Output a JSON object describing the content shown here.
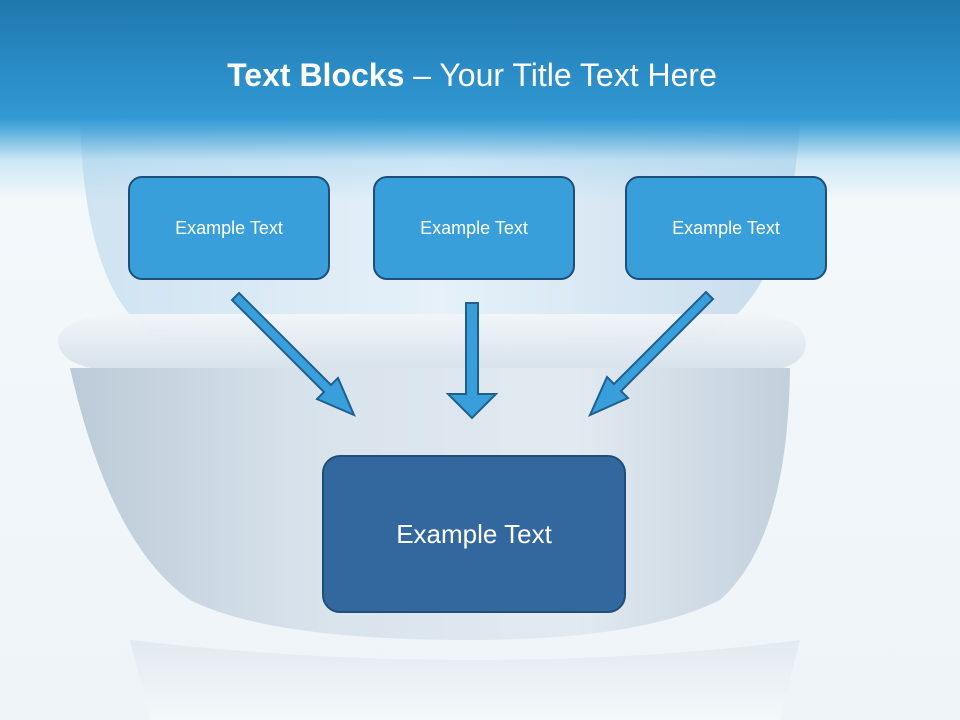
{
  "slide": {
    "title_bold": "Text Blocks",
    "title_rest": " – Your Title Text Here"
  },
  "boxes": {
    "top": [
      "Example Text",
      "Example Text",
      "Example Text"
    ],
    "bottom": "Example Text"
  },
  "colors": {
    "header": "#2a8cc6",
    "top_box_fill": "#389fda",
    "bottom_box_fill": "#33689f",
    "box_border": "#1f4e79",
    "arrow_fill": "#389fda"
  }
}
